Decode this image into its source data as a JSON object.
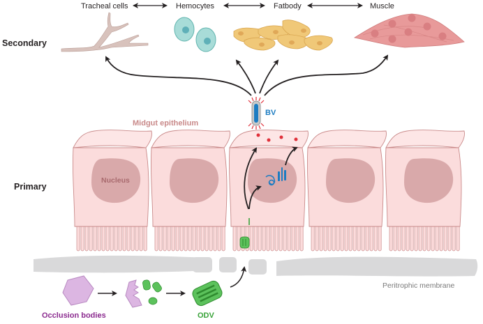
{
  "diagram": {
    "levels": {
      "secondary": "Secondary",
      "primary": "Primary"
    },
    "tissues": [
      {
        "label": "Tracheal cells",
        "icon": "tracheal-branch-icon"
      },
      {
        "label": "Hemocytes",
        "icon": "hemocyte-cells-icon"
      },
      {
        "label": "Fatbody",
        "icon": "fatbody-cells-icon"
      },
      {
        "label": "Muscle",
        "icon": "muscle-cells-icon"
      }
    ],
    "labels": {
      "midgut": "Midgut epithelium",
      "nucleus": "Nucleus",
      "bv": "BV",
      "peritrophic": "Peritrophic membrane",
      "occlusion": "Occlusion bodies",
      "odv": "ODV"
    },
    "colors": {
      "cell_fill": "#fbdcdc",
      "cell_stroke": "#c98a8a",
      "nucleus": "#d9a9aa",
      "bv_blue": "#1c7cc2",
      "bv_red": "#e0303a",
      "odv_green": "#3aa33a",
      "occlusion_purple": "#d9b3e0",
      "membrane_gray": "#d9d9da",
      "hemocyte": "#a8dcd8",
      "fatbody": "#f0c878",
      "muscle": "#e89a9a"
    }
  }
}
